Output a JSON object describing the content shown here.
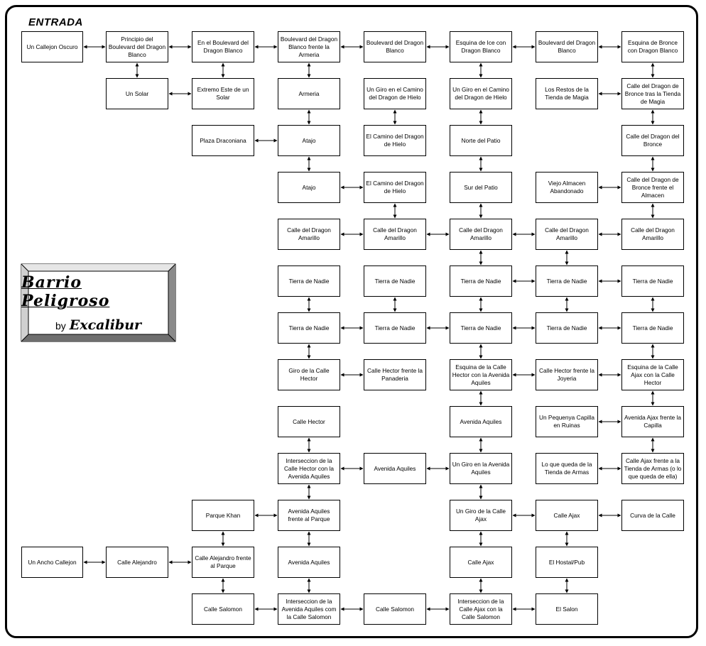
{
  "header": {
    "label": "ENTRADA"
  },
  "title_card": {
    "title": "Barrio Peligroso",
    "by": "by",
    "author": "Excalibur"
  },
  "nodes": [
    {
      "id": "A0",
      "label": "Un Callejon Oscuro"
    },
    {
      "id": "B0",
      "label": "Principio del Boulevard del Dragon Blanco"
    },
    {
      "id": "C0",
      "label": "En el Boulevard del Dragon Blanco"
    },
    {
      "id": "D0",
      "label": "Boulevard del Dragon Blanco frente la Armeria"
    },
    {
      "id": "E0",
      "label": "Boulevard del Dragon Blanco"
    },
    {
      "id": "F0",
      "label": "Esquina de Ice con Dragon Blanco"
    },
    {
      "id": "G0",
      "label": "Boulevard del Dragon Blanco"
    },
    {
      "id": "H0",
      "label": "Esquina de Bronce con Dragon Blanco"
    },
    {
      "id": "B1",
      "label": "Un Solar"
    },
    {
      "id": "C1",
      "label": "Extremo Este de un Solar"
    },
    {
      "id": "D1",
      "label": "Armeria"
    },
    {
      "id": "E1",
      "label": "Un Giro en el Camino del Dragon de Hielo"
    },
    {
      "id": "F1",
      "label": "Un Giro en el Camino del Dragon de Hielo"
    },
    {
      "id": "G1",
      "label": "Los Restos de la Tienda de Magia"
    },
    {
      "id": "H1",
      "label": "Calle del Dragon de Bronce tras la Tienda de Magia"
    },
    {
      "id": "C2",
      "label": "Plaza Draconiana"
    },
    {
      "id": "D2",
      "label": "Atajo"
    },
    {
      "id": "E2",
      "label": "El Camino del Dragon de Hielo"
    },
    {
      "id": "F2",
      "label": "Norte del Patio"
    },
    {
      "id": "H2",
      "label": "Calle del Dragon del Bronce"
    },
    {
      "id": "D3",
      "label": "Atajo"
    },
    {
      "id": "E3",
      "label": "El Camino del Dragon de Hielo"
    },
    {
      "id": "F3",
      "label": "Sur del Patio"
    },
    {
      "id": "G3",
      "label": "Viejo Almacen Abandonado"
    },
    {
      "id": "H3",
      "label": "Calle del Dragon de Bronce frente el Almacen"
    },
    {
      "id": "D4",
      "label": "Calle del Dragon Amarillo"
    },
    {
      "id": "E4",
      "label": "Calle del Dragon Amarillo"
    },
    {
      "id": "F4",
      "label": "Calle del Dragon Amarillo"
    },
    {
      "id": "G4",
      "label": "Calle del Dragon Amarillo"
    },
    {
      "id": "H4",
      "label": "Calle del Dragon Amarillo"
    },
    {
      "id": "D5",
      "label": "Tierra de Nadie"
    },
    {
      "id": "E5",
      "label": "Tierra de Nadie"
    },
    {
      "id": "F5",
      "label": "Tierra de Nadie"
    },
    {
      "id": "G5",
      "label": "Tierra de Nadie"
    },
    {
      "id": "H5",
      "label": "Tierra de Nadie"
    },
    {
      "id": "D6",
      "label": "Tierra de Nadie"
    },
    {
      "id": "E6",
      "label": "Tierra de Nadie"
    },
    {
      "id": "F6",
      "label": "Tierra de Nadie"
    },
    {
      "id": "G6",
      "label": "Tierra de Nadie"
    },
    {
      "id": "H6",
      "label": "Tierra de Nadie"
    },
    {
      "id": "D7",
      "label": "Giro de la Calle Hector"
    },
    {
      "id": "E7",
      "label": "Calle Hector frente la Panaderia"
    },
    {
      "id": "F7",
      "label": "Esquina de la Calle Hector con la Avenida Aquiles"
    },
    {
      "id": "G7",
      "label": "Calle Hector frente la Joyeria"
    },
    {
      "id": "H7",
      "label": "Esquina de la Calle Ajax con la Calle Hector"
    },
    {
      "id": "D8",
      "label": "Calle Hector"
    },
    {
      "id": "F8",
      "label": "Avenida Aquiles"
    },
    {
      "id": "G8",
      "label": "Un Pequenya Capilla en Ruinas"
    },
    {
      "id": "H8",
      "label": "Avenida Ajax frente la Capilla"
    },
    {
      "id": "D9",
      "label": "Interseccion de la Calle Hector con la Avenida Aquiles"
    },
    {
      "id": "E9",
      "label": "Avenida Aquiles"
    },
    {
      "id": "F9",
      "label": "Un Giro en la Avenida Aquiles"
    },
    {
      "id": "G9",
      "label": "Lo que queda de la Tienda de Armas"
    },
    {
      "id": "H9",
      "label": "Calle Ajax frente a la Tienda de Armas (o lo que queda de ella)"
    },
    {
      "id": "C10",
      "label": "Parque Khan"
    },
    {
      "id": "D10",
      "label": "Avenida Aquiles frente al Parque"
    },
    {
      "id": "F10",
      "label": "Un Giro de la Calle Ajax"
    },
    {
      "id": "G10",
      "label": "Calle Ajax"
    },
    {
      "id": "H10",
      "label": "Curva de la Calle"
    },
    {
      "id": "A11",
      "label": "Un Ancho Callejon"
    },
    {
      "id": "B11",
      "label": "Calle Alejandro"
    },
    {
      "id": "C11",
      "label": "Calle Alejandro frente al Parque"
    },
    {
      "id": "D11",
      "label": "Avenida Aquiles"
    },
    {
      "id": "F11",
      "label": "Calle Ajax"
    },
    {
      "id": "G11",
      "label": "El Hostal/Pub"
    },
    {
      "id": "C12",
      "label": "Calle Salomon"
    },
    {
      "id": "D12",
      "label": "Interseccion de la Avenida Aquiles com la Calle Salomon"
    },
    {
      "id": "E12",
      "label": "Calle Salomon"
    },
    {
      "id": "F12",
      "label": "Interseccion de la Calle Ajax con la Calle Salomon"
    },
    {
      "id": "G12",
      "label": "El Salon"
    }
  ],
  "edges": [
    [
      "A0",
      "B0"
    ],
    [
      "B0",
      "C0"
    ],
    [
      "C0",
      "D0"
    ],
    [
      "D0",
      "E0"
    ],
    [
      "E0",
      "F0"
    ],
    [
      "F0",
      "G0"
    ],
    [
      "G0",
      "H0"
    ],
    [
      "B0",
      "B1"
    ],
    [
      "C0",
      "C1"
    ],
    [
      "D0",
      "D1"
    ],
    [
      "F0",
      "F1"
    ],
    [
      "H0",
      "H1"
    ],
    [
      "B1",
      "C1"
    ],
    [
      "G1",
      "H1"
    ],
    [
      "D1",
      "D2"
    ],
    [
      "E1",
      "E2"
    ],
    [
      "F1",
      "F2"
    ],
    [
      "H1",
      "H2"
    ],
    [
      "C2",
      "D2"
    ],
    [
      "D2",
      "D3"
    ],
    [
      "F2",
      "F3"
    ],
    [
      "H2",
      "H3"
    ],
    [
      "D3",
      "E3"
    ],
    [
      "G3",
      "H3"
    ],
    [
      "E3",
      "E4"
    ],
    [
      "F3",
      "F4"
    ],
    [
      "H3",
      "H4"
    ],
    [
      "D4",
      "E4"
    ],
    [
      "E4",
      "F4"
    ],
    [
      "F4",
      "G4"
    ],
    [
      "G4",
      "H4"
    ],
    [
      "F4",
      "F5"
    ],
    [
      "G4",
      "G5"
    ],
    [
      "F5",
      "G5"
    ],
    [
      "G5",
      "H5"
    ],
    [
      "D5",
      "D6"
    ],
    [
      "E5",
      "E6"
    ],
    [
      "F5",
      "F6"
    ],
    [
      "G5",
      "G6"
    ],
    [
      "H5",
      "H6"
    ],
    [
      "D6",
      "E6"
    ],
    [
      "E6",
      "F6"
    ],
    [
      "F6",
      "G6"
    ],
    [
      "G6",
      "H6"
    ],
    [
      "D6",
      "D7"
    ],
    [
      "F6",
      "F7"
    ],
    [
      "H6",
      "H7"
    ],
    [
      "D7",
      "E7"
    ],
    [
      "F7",
      "G7"
    ],
    [
      "G7",
      "H7"
    ],
    [
      "F7",
      "F8"
    ],
    [
      "H7",
      "H8"
    ],
    [
      "G8",
      "H8"
    ],
    [
      "D8",
      "D9"
    ],
    [
      "F8",
      "F9"
    ],
    [
      "H8",
      "H9"
    ],
    [
      "D9",
      "E9"
    ],
    [
      "E9",
      "F9"
    ],
    [
      "G9",
      "H9"
    ],
    [
      "D9",
      "D10"
    ],
    [
      "F9",
      "F10"
    ],
    [
      "C10",
      "D10"
    ],
    [
      "F10",
      "G10"
    ],
    [
      "G10",
      "H10"
    ],
    [
      "C10",
      "C11"
    ],
    [
      "D10",
      "D11"
    ],
    [
      "F10",
      "F11"
    ],
    [
      "G10",
      "G11"
    ],
    [
      "A11",
      "B11"
    ],
    [
      "B11",
      "C11"
    ],
    [
      "C11",
      "C12"
    ],
    [
      "D11",
      "D12"
    ],
    [
      "F11",
      "F12"
    ],
    [
      "G11",
      "G12"
    ],
    [
      "C12",
      "D12"
    ],
    [
      "D12",
      "E12"
    ],
    [
      "E12",
      "F12"
    ],
    [
      "F12",
      "G12"
    ]
  ]
}
